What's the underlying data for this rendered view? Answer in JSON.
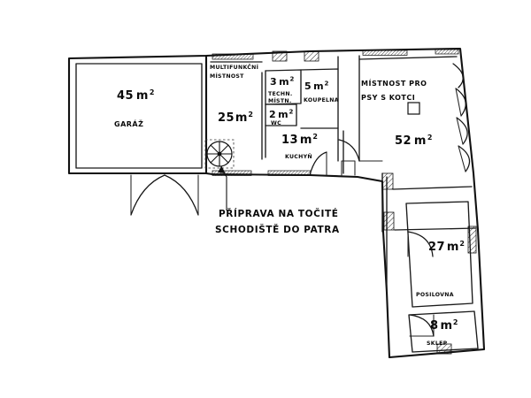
{
  "document": {
    "type": "architectural-floor-plan",
    "style": "hand-drawn sketch",
    "language": "cs",
    "background_color": "#ffffff",
    "ink_color": "#111111"
  },
  "rooms": [
    {
      "id": "garage",
      "area": "45 m",
      "area_number": "45",
      "area_unit": "m",
      "exponent": "2",
      "name": "GARÁŽ"
    },
    {
      "id": "multifunction",
      "area_number": "25",
      "area_unit": "m",
      "exponent": "2",
      "name_line1": "MULTIFUNKČNÍ",
      "name_line2": "MÍSTNOST"
    },
    {
      "id": "technical",
      "area_number": "3",
      "area_unit": "m",
      "exponent": "2",
      "name_line1": "TECHN.",
      "name_line2": "MÍSTN."
    },
    {
      "id": "wc",
      "area_number": "2",
      "area_unit": "m",
      "exponent": "2",
      "name": "WC"
    },
    {
      "id": "bathroom",
      "area_number": "5",
      "area_unit": "m",
      "exponent": "2",
      "name": "KOUPELNA"
    },
    {
      "id": "kitchen",
      "area_number": "13",
      "area_unit": "m",
      "exponent": "2",
      "name": "KUCHYŇ"
    },
    {
      "id": "dog-room",
      "area_number": "52",
      "area_unit": "m",
      "exponent": "2",
      "name_line1": "MÍSTNOST PRO",
      "name_line2": "PSY S KOTCI"
    },
    {
      "id": "gym",
      "area_number": "27",
      "area_unit": "m",
      "exponent": "2",
      "name": "POSILOVNA"
    },
    {
      "id": "cellar",
      "area_number": "8",
      "area_unit": "m",
      "exponent": "2",
      "name": "SKLEP"
    }
  ],
  "annotations": [
    {
      "id": "spiral-stair-note",
      "line1": "PŘÍPRAVA NA TOČITÉ",
      "line2": "SCHODIŠTĚ DO PATRA"
    }
  ]
}
